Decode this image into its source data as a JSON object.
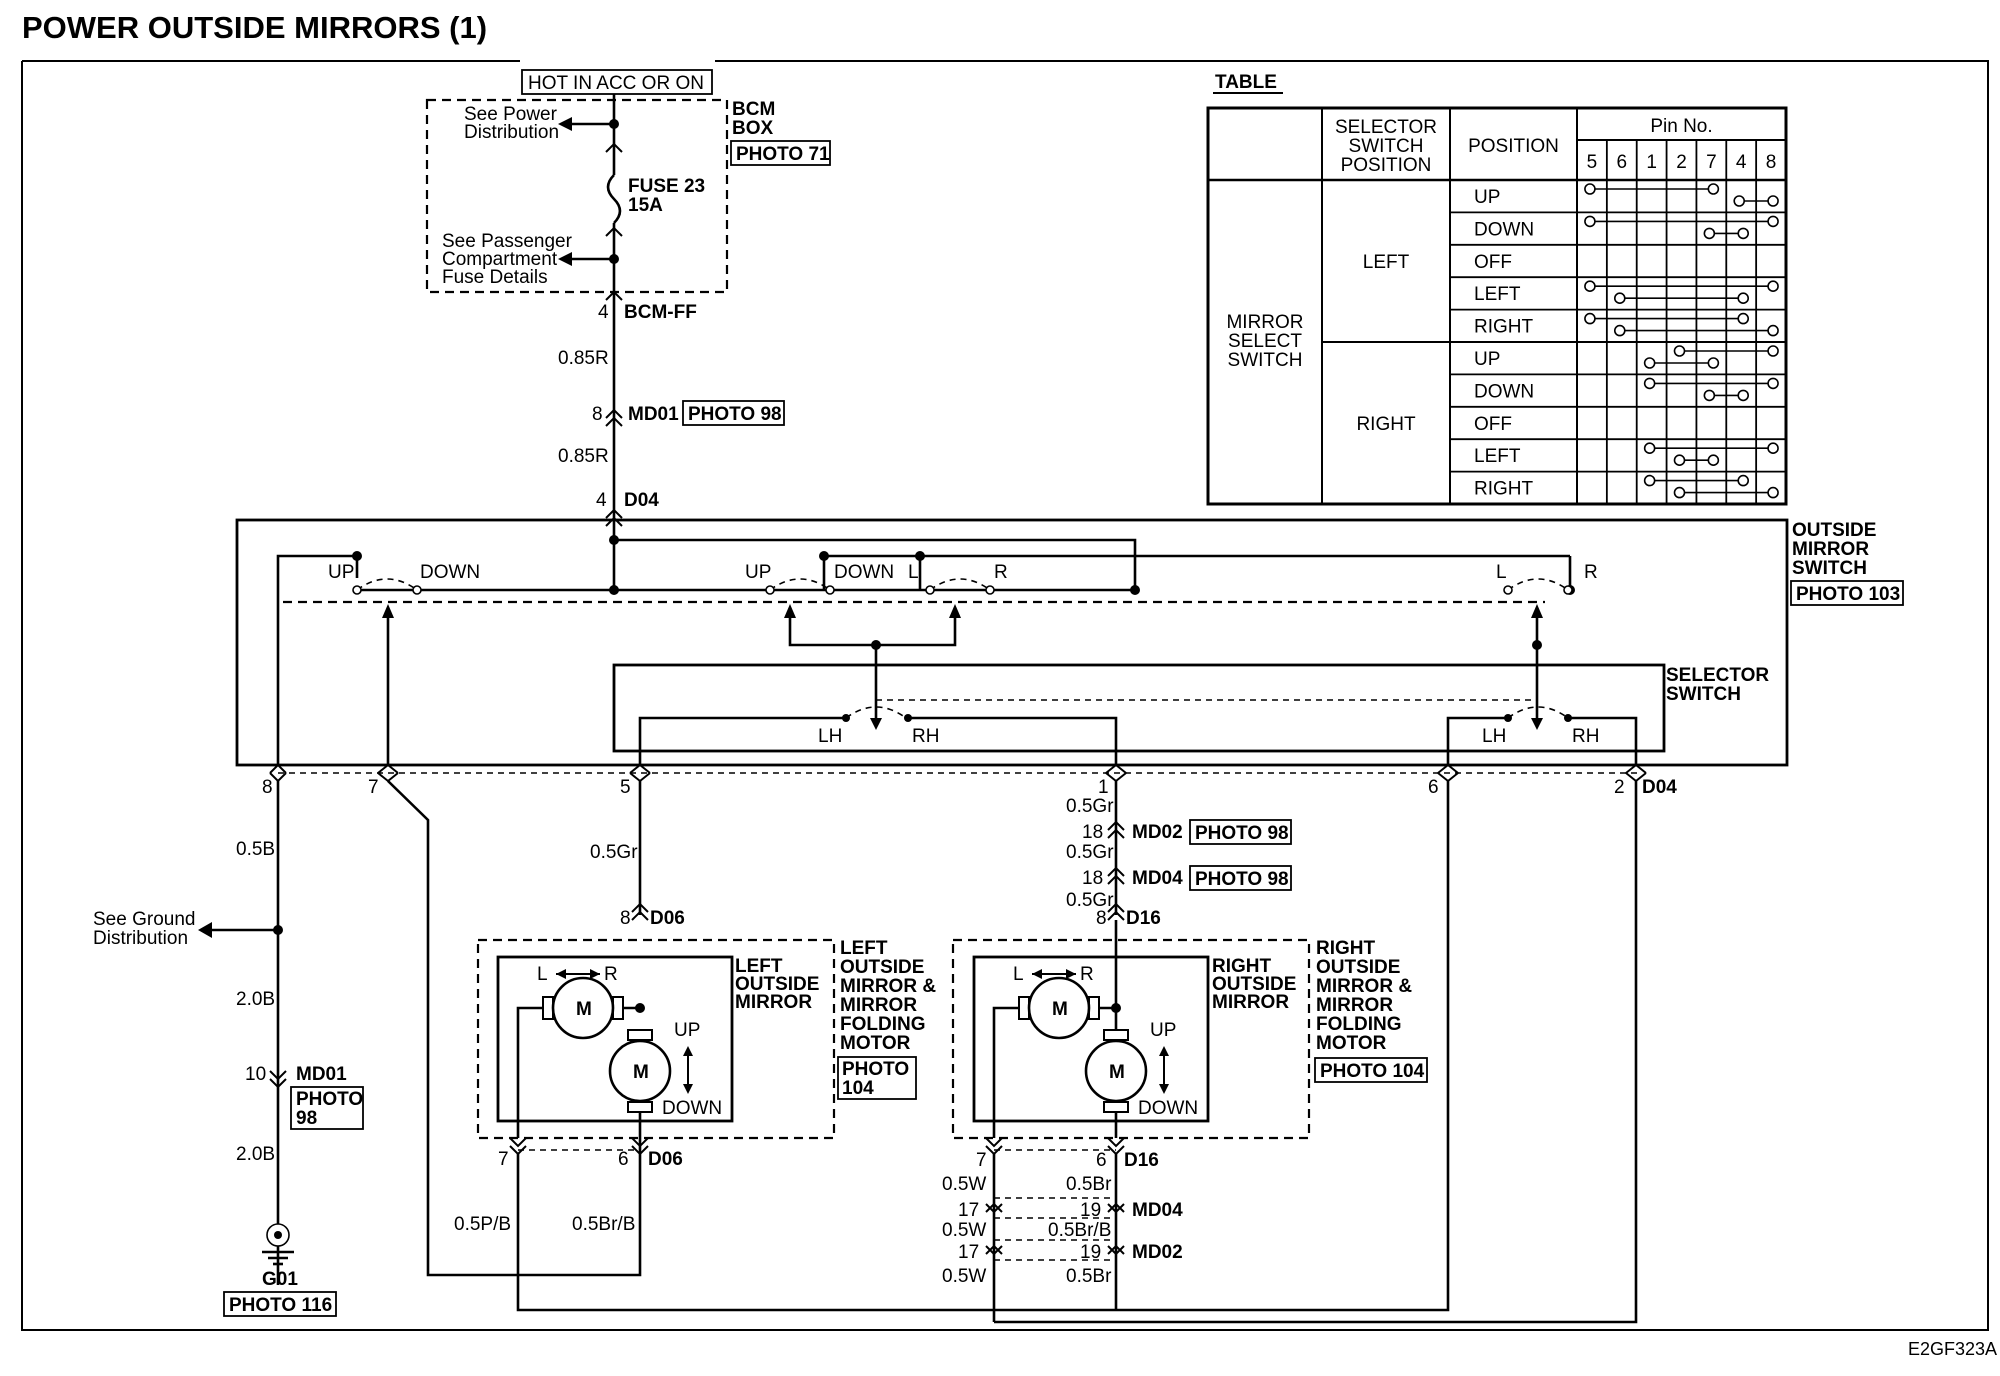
{
  "title": "POWER OUTSIDE MIRRORS (1)",
  "doc_code": "E2GF323A",
  "power": {
    "hot": "HOT IN ACC OR ON",
    "bcm_box": [
      "BCM",
      "BOX"
    ],
    "bcm_photo": "PHOTO 71",
    "see_power": [
      "See Power",
      "Distribution"
    ],
    "fuse": [
      "FUSE 23",
      "15A"
    ],
    "see_passenger": [
      "See Passenger",
      "Compartment",
      "Fuse Details"
    ],
    "bcm_pin": "4",
    "bcm_conn": "BCM-FF"
  },
  "feed": {
    "wire1": "0.85R",
    "md01_pin": "8",
    "md01_conn": "MD01",
    "md01_photo": "PHOTO 98",
    "wire2": "0.85R",
    "d04_pin": "4",
    "d04_conn": "D04"
  },
  "switch": {
    "name": [
      "OUTSIDE",
      "MIRROR",
      "SWITCH"
    ],
    "photo": "PHOTO 103",
    "up": "UP",
    "down": "DOWN",
    "l": "L",
    "r": "R",
    "selector": [
      "SELECTOR",
      "SWITCH"
    ],
    "lh": "LH",
    "rh": "RH",
    "pin8": "8",
    "pin7": "7",
    "pin5": "5",
    "pin1": "1",
    "pin6": "6",
    "pin2": "2",
    "d04": "D04"
  },
  "ground": {
    "wire1": "0.5B",
    "see_ground": [
      "See Ground",
      "Distribution"
    ],
    "wire2": "2.0B",
    "md01_pin": "10",
    "md01_conn": "MD01",
    "md01_photo": [
      "PHOTO",
      "98"
    ],
    "wire3": "2.0B",
    "g01": "G01",
    "g01_photo": "PHOTO 116"
  },
  "left_mirror": {
    "wire_in": "0.5Gr",
    "pin8": "8",
    "conn": "D06",
    "label": [
      "LEFT",
      "OUTSIDE",
      "MIRROR"
    ],
    "motor_label": [
      "LEFT",
      "OUTSIDE",
      "MIRROR &",
      "MIRROR",
      "FOLDING",
      "MOTOR"
    ],
    "photo": [
      "PHOTO",
      "104"
    ],
    "lr": "L",
    "rr": "R",
    "m": "M",
    "up": "UP",
    "down": "DOWN",
    "pin7": "7",
    "pin6": "6",
    "conn_bottom": "D06",
    "wire_pb": "0.5P/B",
    "wire_brb": "0.5Br/B"
  },
  "right_mirror": {
    "wire1": "0.5Gr",
    "md02_pin": "18",
    "md02_conn": "MD02",
    "md02_photo": "PHOTO 98",
    "wire2": "0.5Gr",
    "md04_pin": "18",
    "md04_conn": "MD04",
    "md04_photo": "PHOTO 98",
    "wire3": "0.5Gr",
    "pin8": "8",
    "conn": "D16",
    "label": [
      "RIGHT",
      "OUTSIDE",
      "MIRROR"
    ],
    "motor_label": [
      "RIGHT",
      "OUTSIDE",
      "MIRROR &",
      "MIRROR",
      "FOLDING",
      "MOTOR"
    ],
    "photo": "PHOTO 104",
    "lr": "L",
    "rr": "R",
    "m": "M",
    "up": "UP",
    "down": "DOWN",
    "pin7": "7",
    "pin6": "6",
    "conn_bottom": "D16",
    "w_a1": "0.5W",
    "w_b1": "0.5Br",
    "pin17a": "17",
    "pin19a": "19",
    "md04": "MD04",
    "w_a2": "0.5W",
    "w_b2": "0.5Br/B",
    "pin17b": "17",
    "pin19b": "19",
    "md02": "MD02",
    "w_a3": "0.5W",
    "w_b3": "0.5Br"
  },
  "table": {
    "heading": "TABLE",
    "col_selector": [
      "SELECTOR",
      "SWITCH",
      "POSITION"
    ],
    "col_position": "POSITION",
    "col_pin": "Pin No.",
    "pins": [
      "5",
      "6",
      "1",
      "2",
      "7",
      "4",
      "8"
    ],
    "group_label": [
      "MIRROR",
      "SELECT",
      "SWITCH"
    ],
    "selector_left": "LEFT",
    "selector_right": "RIGHT",
    "positions": [
      "UP",
      "DOWN",
      "OFF",
      "LEFT",
      "RIGHT",
      "UP",
      "DOWN",
      "OFF",
      "LEFT",
      "RIGHT"
    ],
    "continuity": [
      [
        [
          0,
          4
        ],
        [
          5,
          6
        ]
      ],
      [
        [
          0,
          6
        ],
        [
          4,
          5
        ]
      ],
      [],
      [
        [
          0,
          6
        ],
        [
          1,
          5
        ]
      ],
      [
        [
          0,
          5
        ],
        [
          1,
          6
        ]
      ],
      [
        [
          3,
          6
        ],
        [
          2,
          4
        ]
      ],
      [
        [
          2,
          6
        ],
        [
          4,
          5
        ]
      ],
      [],
      [
        [
          2,
          6
        ],
        [
          3,
          4
        ]
      ],
      [
        [
          2,
          5
        ],
        [
          3,
          6
        ]
      ]
    ]
  }
}
